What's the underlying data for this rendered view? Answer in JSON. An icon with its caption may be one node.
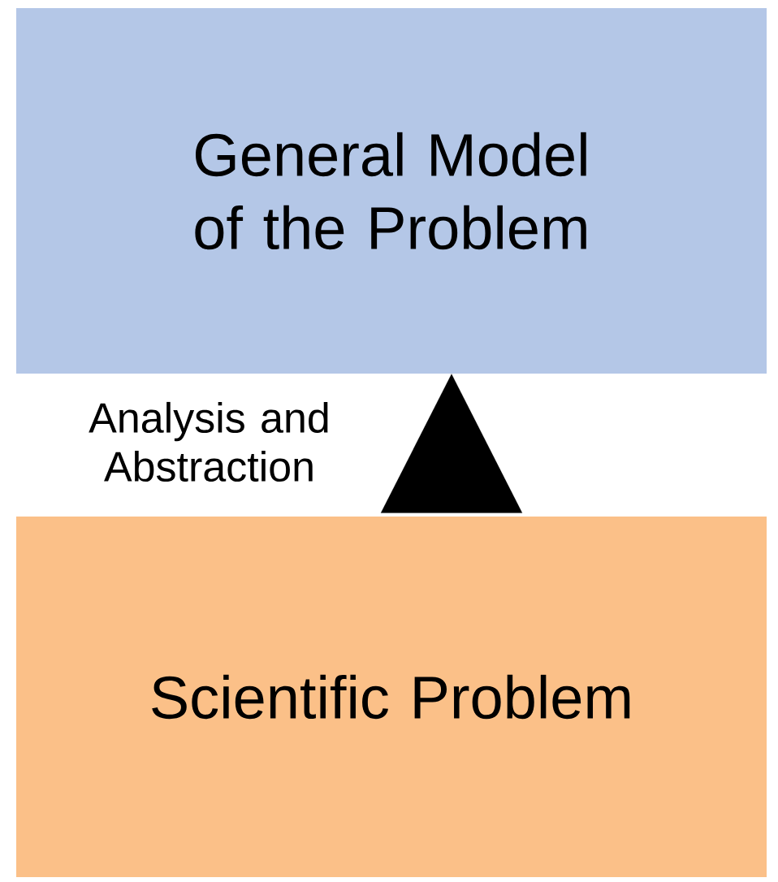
{
  "diagram": {
    "nodes": [
      {
        "text": [
          "General Model of the Problem"
        ]
      },
      {
        "text": [
          "Scientific Problem"
        ]
      }
    ],
    "edges": [
      {
        "from": 1,
        "to": 0,
        "arrow": "to",
        "label": "Analysis and Abstraction"
      }
    ]
  }
}
